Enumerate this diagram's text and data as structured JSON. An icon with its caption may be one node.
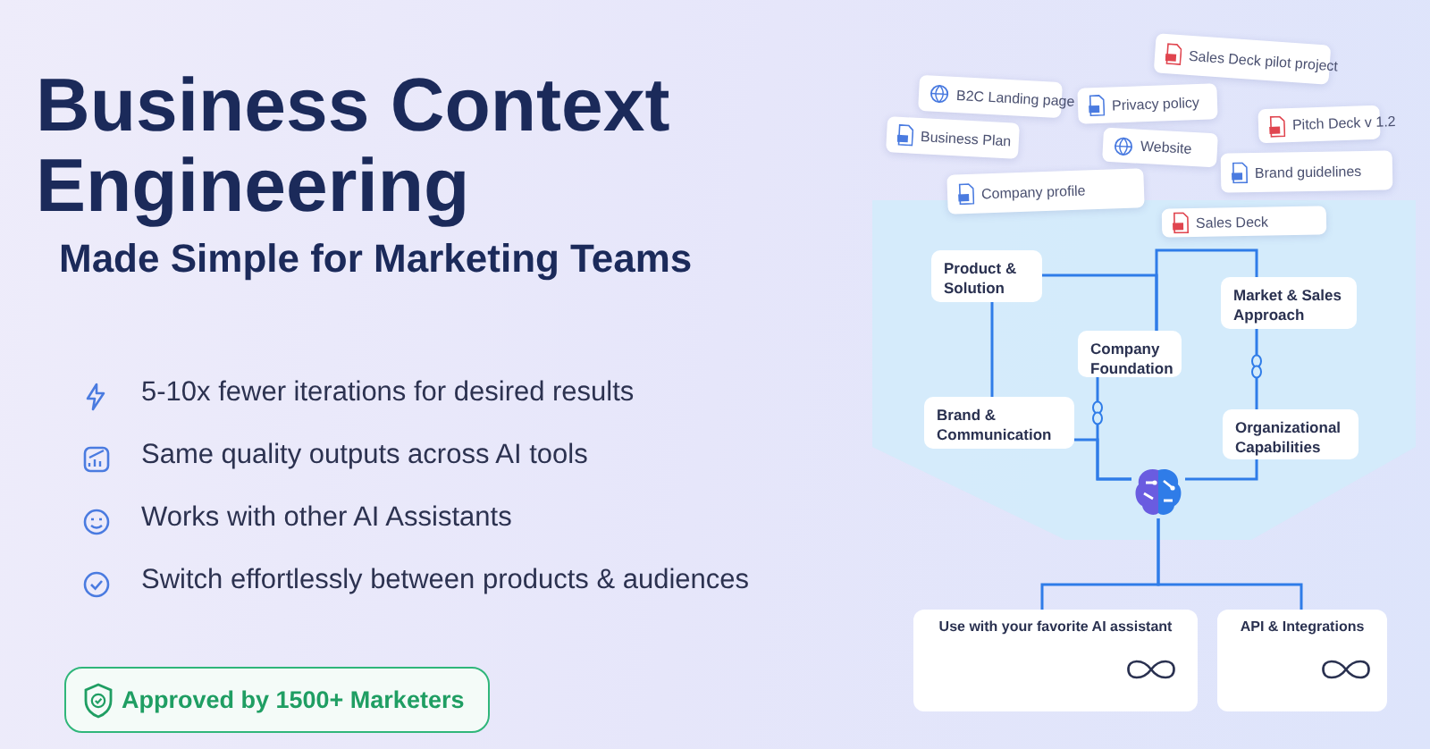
{
  "diagram": {
    "title": "Business Context Engineering",
    "nodes": [
      {
        "text": [
          "Sales Deck pilot project"
        ]
      },
      {
        "text": [
          "B2C Landing page"
        ]
      },
      {
        "text": [
          "Privacy policy"
        ]
      },
      {
        "text": [
          "Pitch Deck v 1.2"
        ]
      },
      {
        "text": [
          "Business Plan"
        ]
      },
      {
        "text": [
          "Website"
        ]
      },
      {
        "text": [
          "Brand guidelines"
        ]
      },
      {
        "text": [
          "Company profile"
        ]
      },
      {
        "text": [
          "Sales Deck"
        ]
      },
      {
        "text": [
          "Product & Solution"
        ]
      },
      {
        "text": [
          "Company Foundation"
        ]
      },
      {
        "text": [
          "Market & Sales Approach"
        ]
      },
      {
        "text": [
          "Brand & Communication"
        ]
      },
      {
        "text": [
          "Organizational Capabilities"
        ]
      },
      {
        "text": [],
        "shape": "picture"
      },
      {
        "text": [
          "Use with your favorite AI assistant"
        ]
      },
      {
        "text": [
          "API & Integrations"
        ]
      },
      {
        "text": [
          "Approved by 1500+ Marketers"
        ]
      }
    ],
    "edges": [
      {
        "from": 9,
        "to": 10,
        "arrow": "none"
      },
      {
        "from": 10,
        "to": 11,
        "arrow": "none"
      },
      {
        "from": 9,
        "to": 12,
        "arrow": "none"
      },
      {
        "from": 10,
        "to": 14,
        "arrow": "none"
      },
      {
        "from": 12,
        "to": 14,
        "arrow": "none"
      },
      {
        "from": 11,
        "to": 13,
        "arrow": "none"
      },
      {
        "from": 13,
        "to": 14,
        "arrow": "none"
      },
      {
        "from": 14,
        "to": 15,
        "arrow": "none"
      },
      {
        "from": 14,
        "to": 16,
        "arrow": "none"
      }
    ],
    "labels": [
      "Made Simple for Marketing Teams",
      "5-10x fewer iterations for desired results",
      "Same quality outputs across AI tools",
      "Works with other AI Assistants",
      "Switch effortlessly between products & audiences"
    ]
  }
}
